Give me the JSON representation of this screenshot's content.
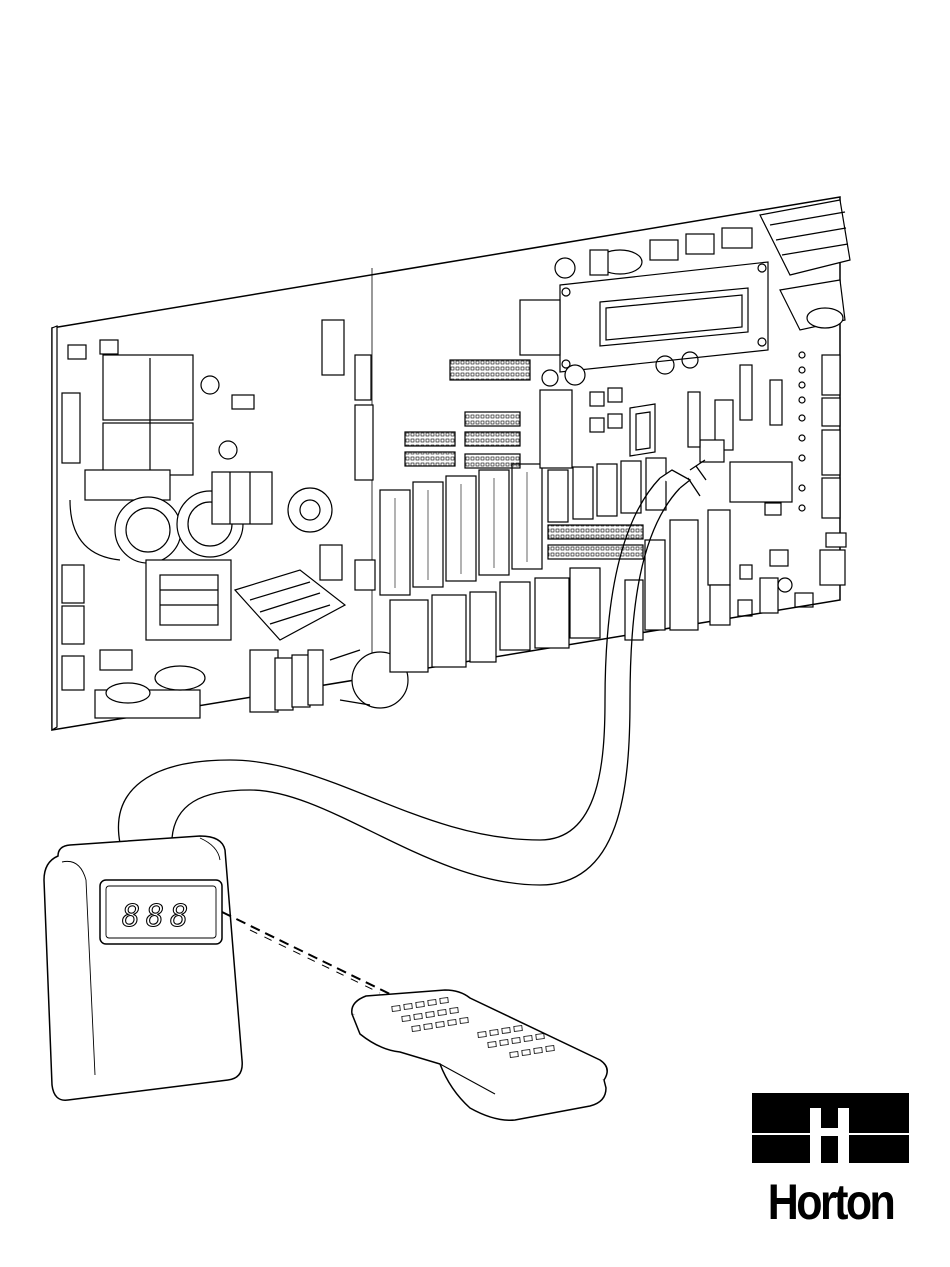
{
  "display": {
    "readout": "888"
  },
  "brand": {
    "logo_text": "Horton"
  },
  "colors": {
    "ink": "#000000",
    "paper": "#ffffff"
  },
  "icons": [
    "circuit-board",
    "remote-keypad-display",
    "handheld-remote",
    "horton-logo"
  ]
}
